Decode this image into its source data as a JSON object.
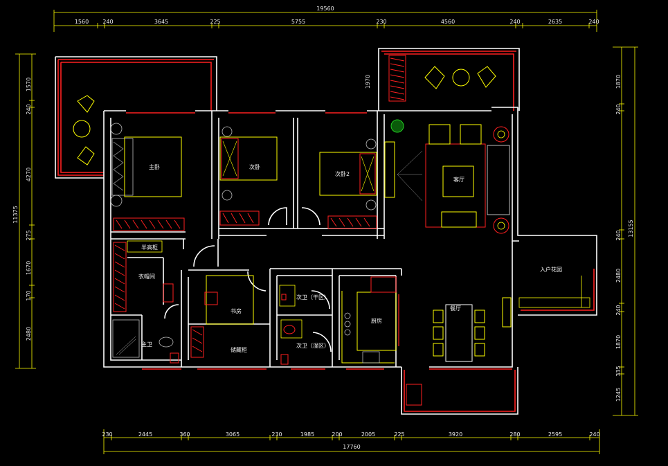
{
  "dimensions": {
    "top_total": "19560",
    "top_segments": [
      "1560",
      "240",
      "3645",
      "225",
      "5755",
      "230",
      "4560",
      "240",
      "2635",
      "240"
    ],
    "bottom_segments": [
      "230",
      "2445",
      "360",
      "3065",
      "230",
      "1985",
      "200",
      "2005",
      "225",
      "3920",
      "280",
      "2595",
      "240"
    ],
    "bottom_total": "17760",
    "left_segments": [
      "1570",
      "240",
      "4270",
      "275",
      "1670",
      "170",
      "2480"
    ],
    "left_total": "11375",
    "right_segments": [
      "1870",
      "240",
      "240",
      "2480",
      "240",
      "1870",
      "335",
      "1245"
    ],
    "right_total": "13155",
    "balcony_left_label": "1970"
  },
  "rooms": {
    "master_bedroom": "主卧",
    "second_bedroom": "次卧",
    "second_bedroom_2": "次卧2",
    "living_room": "客厅",
    "entrance_garden": "入户花园",
    "half_height_cabinet": "半高柜",
    "cloakroom": "衣帽间",
    "study": "书房",
    "guest_bath_dry": "次卫（干区）",
    "guest_bath_wet": "次卫（湿区）",
    "kitchen": "厨房",
    "dining_room": "餐厅",
    "master_bath": "主卫",
    "storage": "储藏柜"
  }
}
